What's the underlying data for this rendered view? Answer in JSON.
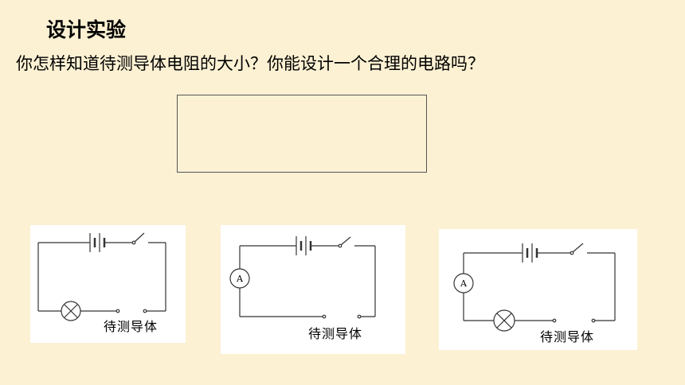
{
  "slide": {
    "title": "设计实验",
    "question": "你怎样知道待测导体电阻的大小？你能设计一个合理的电路吗？"
  },
  "circuits": [
    {
      "components": [
        "battery",
        "switch",
        "lamp"
      ],
      "caption": "待测导体"
    },
    {
      "components": [
        "battery",
        "switch",
        "ammeter"
      ],
      "caption": "待测导体",
      "ammeter_label": "A"
    },
    {
      "components": [
        "battery",
        "switch",
        "ammeter",
        "lamp"
      ],
      "caption": "待测导体",
      "ammeter_label": "A"
    }
  ]
}
